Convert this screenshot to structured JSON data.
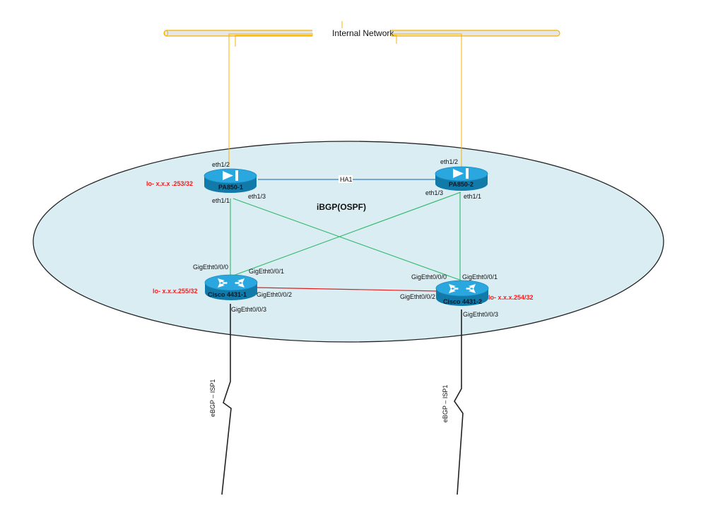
{
  "diagram": {
    "network": {
      "label": "Internal Network"
    },
    "zone": {
      "label": "iBGP(OSPF)"
    },
    "colors": {
      "zone_fill": "#daedf3",
      "network_pipe_fill": "#e6e6e6",
      "network_link": "#f5b400",
      "ha_link": "#3a7dbf",
      "mesh_link": "#2fb86a",
      "router_link": "#e02020",
      "wan_link": "#222222",
      "loopback_text": "#ff1a1a",
      "device_top": "#2aa7df",
      "device_side": "#127aa8"
    },
    "devices": {
      "fw1": {
        "name": "PA850-1",
        "type": "firewall",
        "loopback": "lo- x.x.x .253/32",
        "ports": {
          "top": "eth1/2",
          "right": "eth1/3",
          "bottom": "eth1/1"
        }
      },
      "fw2": {
        "name": "PA850-2",
        "type": "firewall",
        "ports": {
          "top": "eth1/2",
          "left": "eth1/3",
          "bottom": "eth1/1"
        }
      },
      "r1": {
        "name": "Cisco 4431-1",
        "type": "router",
        "loopback": "lo- x.x.x.255/32",
        "ports": {
          "p0": "GigEtht0/0/0",
          "p1": "GigEtht0/0/1",
          "p2": "GigEtht0/0/2",
          "p3": "GigEtht0/0/3"
        }
      },
      "r2": {
        "name": "Cisco 4431-2",
        "type": "router",
        "loopback": "lo- x.x.x.254/32",
        "ports": {
          "p0": "GigEtht0/0/0",
          "p1": "GigEtht0/0/1",
          "p2": "GigEtht0/0/2",
          "p3": "GigEtht0/0/3"
        }
      }
    },
    "links": {
      "ha": {
        "label": "HA1"
      },
      "wan1": {
        "label": "eBGP – ISP1"
      },
      "wan2": {
        "label": "eBGP – ISP1"
      }
    }
  }
}
